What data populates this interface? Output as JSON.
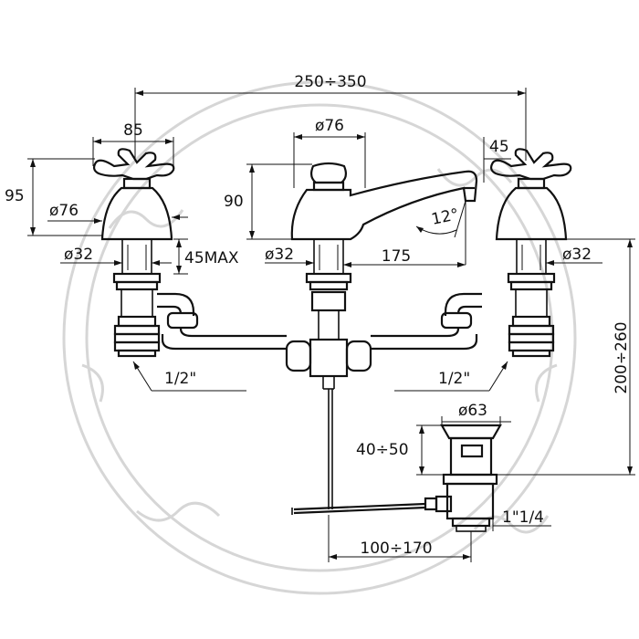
{
  "dimensions": {
    "overall_width": "250÷350",
    "handle_width": "85",
    "spout_body_dia": "ø76",
    "spout_setback": "45",
    "handle_height": "95",
    "spout_height": "90",
    "handle_body_dia": "ø76",
    "spout_angle": "12°",
    "left_shank_dia": "ø32",
    "deck_thickness": "45MAX",
    "center_shank_dia": "ø32",
    "spout_reach": "175",
    "right_shank_dia": "ø32",
    "left_inlet": "1/2\"",
    "right_inlet": "1/2\"",
    "waste_dia": "ø63",
    "waste_height": "40÷50",
    "assembly_depth": "200÷260",
    "waste_thread": "1\"1/4",
    "rod_length": "100÷170"
  },
  "colors": {
    "ink": "#111111",
    "watermark": "#d6d6d6"
  }
}
